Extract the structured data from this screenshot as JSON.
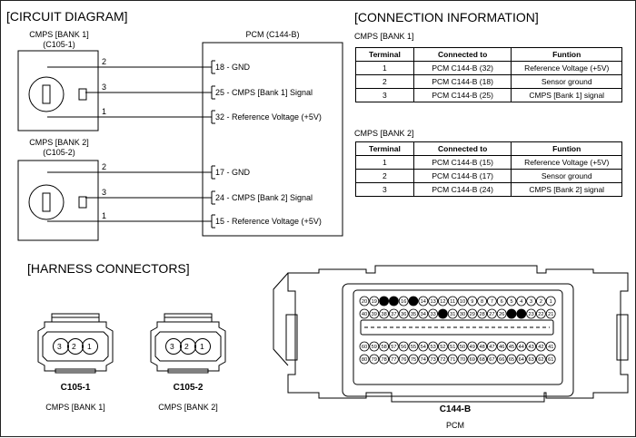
{
  "circuit": {
    "heading": "[CIRCUIT DIAGRAM]",
    "bank1": {
      "title": "CMPS [BANK 1]",
      "id": "(C105-1)",
      "pins": [
        "2",
        "3",
        "1"
      ]
    },
    "bank2": {
      "title": "CMPS [BANK 2]",
      "id": "(C105-2)",
      "pins": [
        "2",
        "3",
        "1"
      ]
    },
    "pcm_title": "PCM (C144-B)",
    "pcm_pins": [
      "18 - GND",
      "25 -  CMPS [Bank 1] Signal",
      "32 - Reference Voltage (+5V)",
      "17 - GND",
      "24 -  CMPS [Bank 2] Signal",
      "15 - Reference Voltage (+5V)"
    ]
  },
  "connection": {
    "heading": "[CONNECTION INFORMATION]",
    "headers": [
      "Terminal",
      "Connected to",
      "Funtion"
    ],
    "bank1": {
      "title": "CMPS [BANK 1]",
      "rows": [
        [
          "1",
          "PCM C144-B (32)",
          "Reference Voltage (+5V)"
        ],
        [
          "2",
          "PCM C144-B (18)",
          "Sensor ground"
        ],
        [
          "3",
          "PCM C144-B (25)",
          "CMPS [Bank 1] signal"
        ]
      ]
    },
    "bank2": {
      "title": "CMPS [BANK 2]",
      "rows": [
        [
          "1",
          "PCM C144-B (15)",
          "Reference Voltage (+5V)"
        ],
        [
          "2",
          "PCM C144-B (17)",
          "Sensor ground"
        ],
        [
          "3",
          "PCM C144-B (24)",
          "CMPS [Bank 2] signal"
        ]
      ]
    }
  },
  "harness": {
    "heading": "[HARNESS CONNECTORS]",
    "c1": {
      "name": "C105-1",
      "desc": "CMPS [BANK 1]",
      "pins": [
        "3",
        "2",
        "1"
      ]
    },
    "c2": {
      "name": "C105-2",
      "desc": "CMPS [BANK 2]",
      "pins": [
        "3",
        "2",
        "1"
      ]
    },
    "pcm": {
      "name": "C144-B",
      "desc": "PCM",
      "row1": [
        "20",
        "19",
        "",
        "",
        "16",
        "",
        "14",
        "13",
        "12",
        "11",
        "10",
        "9",
        "8",
        "7",
        "6",
        "5",
        "4",
        "3",
        "2",
        "1"
      ],
      "row2": [
        "40",
        "39",
        "38",
        "37",
        "36",
        "35",
        "34",
        "33",
        "",
        "31",
        "30",
        "29",
        "28",
        "27",
        "26",
        "",
        "",
        "23",
        "22",
        "21"
      ],
      "row3": [
        "60",
        "59",
        "58",
        "57",
        "56",
        "55",
        "54",
        "53",
        "52",
        "51",
        "50",
        "49",
        "48",
        "47",
        "46",
        "45",
        "44",
        "43",
        "42",
        "41"
      ],
      "row4": [
        "80",
        "79",
        "78",
        "77",
        "76",
        "75",
        "74",
        "73",
        "72",
        "71",
        "70",
        "69",
        "68",
        "67",
        "66",
        "65",
        "64",
        "63",
        "62",
        "61"
      ]
    }
  }
}
